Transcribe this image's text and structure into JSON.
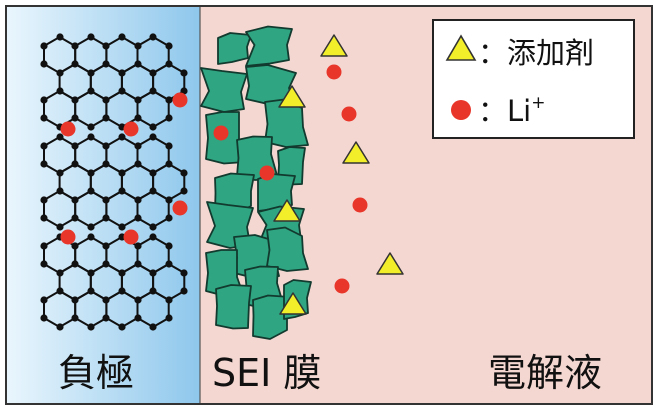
{
  "legend": {
    "additive_label": "：添加剤",
    "li_label_main": "：Li",
    "li_label_sup": "+"
  },
  "regions": {
    "anode": "負極",
    "sei": "SEI 膜",
    "electrolyte": "電解液"
  },
  "colors": {
    "anode_light": "#eaf6fd",
    "anode_dark": "#8ec7ec",
    "electrolyte_bg": "#f5d7d1",
    "border": "#333333",
    "graphite": "#111111",
    "sei_fill": "#2fa581",
    "sei_stroke": "#123a2e",
    "li_ion": "#e8362a",
    "additive_fill": "#f3ee2a",
    "additive_stroke": "#333333"
  },
  "icons": {
    "graphite_layer": "hexagonal-lattice",
    "li_ion": "red-circle",
    "additive": "yellow-triangle"
  }
}
